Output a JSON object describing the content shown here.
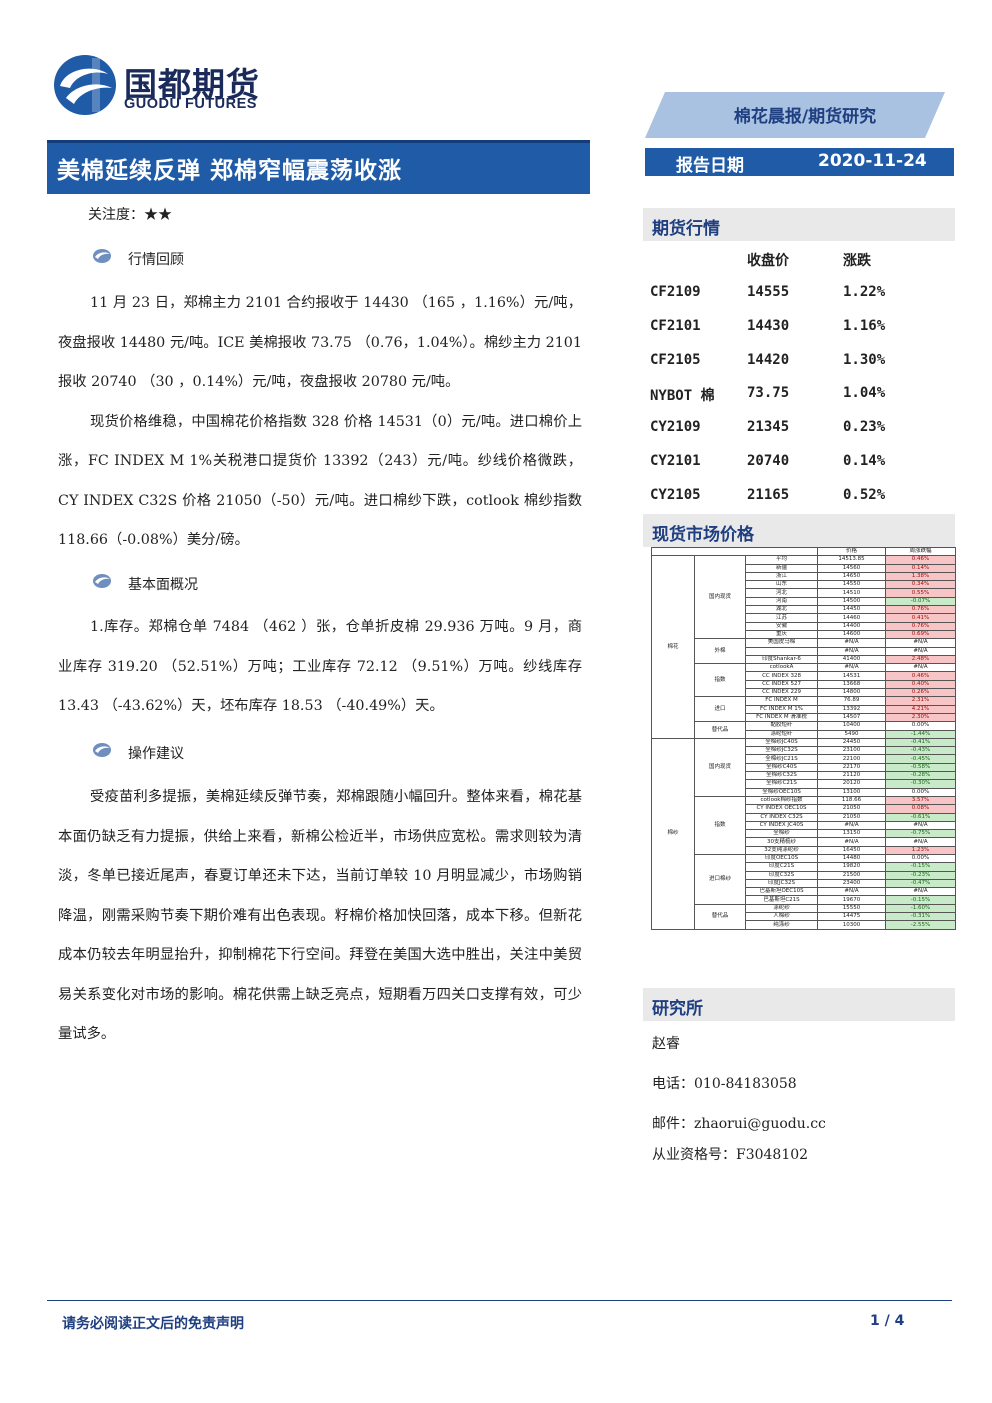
{
  "brand": {
    "name_cn": "国都期货",
    "name_en": "GUODU FUTURES"
  },
  "header": {
    "report_type": "棉花晨报/期货研究",
    "date_label": "报告日期",
    "date_value": "2020-11-24"
  },
  "title": "美棉延续反弹 郑棉窄幅震荡收涨",
  "attention": "关注度：★★",
  "sections": {
    "review": {
      "heading": "行情回顾",
      "paragraphs": [
        "11 月 23 日，郑棉主力 2101 合约报收于 14430 （165 ，1.16%）元/吨，夜盘报收 14480 元/吨。ICE 美棉报收 73.75 （0.76，1.04%）。棉纱主力 2101 报收 20740 （30 ，0.14%）元/吨，夜盘报收 20780 元/吨。",
        "现货价格维稳，中国棉花价格指数 328 价格 14531（0）元/吨。进口棉价上涨，FC INDEX M 1%关税港口提货价 13392（243）元/吨。纱线价格微跌，CY INDEX C32S 价格 21050（-50）元/吨。进口棉纱下跌，cotlook 棉纱指数 118.66（-0.08%）美分/磅。"
      ]
    },
    "fundamentals": {
      "heading": "基本面概况",
      "paragraphs": [
        "1.库存。郑棉仓单 7484 （462 ）张，仓单折皮棉 29.936 万吨。9 月，商业库存 319.20 （52.51%）万吨；工业库存 72.12 （9.51%）万吨。纱线库存 13.43 （-43.62%）天，坯布库存 18.53 （-40.49%）天。"
      ]
    },
    "advice": {
      "heading": "操作建议",
      "paragraphs": [
        "受疫苗利多提振，美棉延续反弹节奏，郑棉跟随小幅回升。整体来看，棉花基本面仍缺乏有力提振，供给上来看，新棉公检近半，市场供应宽松。需求则较为清淡，冬单已接近尾声，春夏订单还未下达，当前订单较 10 月明显减少，市场购销降温，刚需采购节奏下期价难有出色表现。籽棉价格加快回落，成本下移。但新花成本仍较去年明显抬升，抑制棉花下行空间。拜登在美国大选中胜出，关注中美贸易关系变化对市场的影响。棉花供需上缺乏亮点，短期看万四关口支撑有效，可少量试多。"
      ]
    }
  },
  "futures": {
    "heading": "期货行情",
    "columns": [
      "收盘价",
      "涨跌"
    ],
    "rows": [
      {
        "code": "CF2109",
        "close": "14555",
        "change": "1.22%"
      },
      {
        "code": "CF2101",
        "close": "14430",
        "change": "1.16%"
      },
      {
        "code": "CF2105",
        "close": "14420",
        "change": "1.30%"
      },
      {
        "code": "NYBOT 棉",
        "close": "73.75",
        "change": "1.04%"
      },
      {
        "code": "CY2109",
        "close": "21345",
        "change": "0.23%"
      },
      {
        "code": "CY2101",
        "close": "20740",
        "change": "0.14%"
      },
      {
        "code": "CY2105",
        "close": "21165",
        "change": "0.52%"
      }
    ]
  },
  "spot": {
    "heading": "现货市场价格",
    "columns": [
      "价格",
      "周涨跌幅"
    ],
    "cotton_label": "棉花",
    "yarn_label": "棉纱",
    "cotton_groups": [
      {
        "label": "国内现货",
        "rows": [
          {
            "name": "平均",
            "price": "14513.85",
            "chg": "0.46%",
            "dir": "pos"
          },
          {
            "name": "新疆",
            "price": "14560",
            "chg": "0.14%",
            "dir": "pos"
          },
          {
            "name": "浙江",
            "price": "14650",
            "chg": "1.38%",
            "dir": "pos"
          },
          {
            "name": "山东",
            "price": "14550",
            "chg": "0.34%",
            "dir": "pos"
          },
          {
            "name": "河北",
            "price": "14510",
            "chg": "0.55%",
            "dir": "pos"
          },
          {
            "name": "河南",
            "price": "14500",
            "chg": "-0.07%",
            "dir": "neg"
          },
          {
            "name": "湖北",
            "price": "14450",
            "chg": "0.76%",
            "dir": "pos"
          },
          {
            "name": "江苏",
            "price": "14460",
            "chg": "0.41%",
            "dir": "pos"
          },
          {
            "name": "安徽",
            "price": "14400",
            "chg": "0.76%",
            "dir": "pos"
          },
          {
            "name": "重庆",
            "price": "14600",
            "chg": "0.69%",
            "dir": "pos"
          }
        ]
      },
      {
        "label": "外棉",
        "rows": [
          {
            "name": "美国皮马棉",
            "price": "#N/A",
            "chg": "#N/A",
            "dir": ""
          },
          {
            "name": "",
            "price": "#N/A",
            "chg": "#N/A",
            "dir": ""
          },
          {
            "name": "印度Shankar-6",
            "price": "41400",
            "chg": "2.48%",
            "dir": "pos"
          }
        ]
      },
      {
        "label": "指数",
        "rows": [
          {
            "name": "cotlookA",
            "price": "#N/A",
            "chg": "#N/A",
            "dir": ""
          },
          {
            "name": "CC INDEX 328",
            "price": "14531",
            "chg": "0.46%",
            "dir": "pos"
          },
          {
            "name": "CC INDEX 527",
            "price": "13668",
            "chg": "0.40%",
            "dir": "pos"
          },
          {
            "name": "CC INDEX 229",
            "price": "14800",
            "chg": "0.26%",
            "dir": "pos"
          }
        ]
      },
      {
        "label": "进口",
        "rows": [
          {
            "name": "FC INDEX M",
            "price": "76.89",
            "chg": "2.31%",
            "dir": "pos"
          },
          {
            "name": "FC INDEX M 1%",
            "price": "13392",
            "chg": "4.21%",
            "dir": "pos"
          },
          {
            "name": "FC INDEX M 滑准税",
            "price": "14507",
            "chg": "2.30%",
            "dir": "pos"
          }
        ]
      },
      {
        "label": "替代品",
        "rows": [
          {
            "name": "黏胶短纤",
            "price": "10400",
            "chg": "0.00%",
            "dir": ""
          },
          {
            "name": "涤纶短纤",
            "price": "5490",
            "chg": "-1.44%",
            "dir": "neg"
          }
        ]
      }
    ],
    "yarn_groups": [
      {
        "label": "国内现货",
        "rows": [
          {
            "name": "全棉纱JC40S",
            "price": "24450",
            "chg": "-0.41%",
            "dir": "neg"
          },
          {
            "name": "全棉纱JC32S",
            "price": "23100",
            "chg": "-0.43%",
            "dir": "neg"
          },
          {
            "name": "全棉纱JC21S",
            "price": "22100",
            "chg": "-0.45%",
            "dir": "neg"
          },
          {
            "name": "全棉纱C40S",
            "price": "22170",
            "chg": "-0.58%",
            "dir": "neg"
          },
          {
            "name": "全棉纱C32S",
            "price": "21120",
            "chg": "-0.28%",
            "dir": "neg"
          },
          {
            "name": "全棉纱C21S",
            "price": "20120",
            "chg": "-0.30%",
            "dir": "neg"
          },
          {
            "name": "全棉纱OEC10S",
            "price": "13100",
            "chg": "0.00%",
            "dir": ""
          }
        ]
      },
      {
        "label": "指数",
        "rows": [
          {
            "name": "cotlook棉纱指数",
            "price": "118.66",
            "chg": "3.57%",
            "dir": "pos"
          },
          {
            "name": "CY INDEX OEC10S",
            "price": "21050",
            "chg": "0.08%",
            "dir": "pos"
          },
          {
            "name": "CY INDEX C32S",
            "price": "21050",
            "chg": "-0.61%",
            "dir": "neg"
          },
          {
            "name": "CY INDEX JC40S",
            "price": "#N/A",
            "chg": "#N/A",
            "dir": ""
          },
          {
            "name": "全棉纱",
            "price": "13150",
            "chg": "-0.75%",
            "dir": "neg"
          },
          {
            "name": "30支精梳纱",
            "price": "#N/A",
            "chg": "#N/A",
            "dir": ""
          },
          {
            "name": "32支纯涤纶纱",
            "price": "16450",
            "chg": "1.23%",
            "dir": "pos"
          }
        ]
      },
      {
        "label": "进口棉纱",
        "rows": [
          {
            "name": "印度OEC10S",
            "price": "14480",
            "chg": "0.00%",
            "dir": ""
          },
          {
            "name": "印度C21S",
            "price": "19820",
            "chg": "-0.15%",
            "dir": "neg"
          },
          {
            "name": "印度C32S",
            "price": "21500",
            "chg": "-0.23%",
            "dir": "neg"
          },
          {
            "name": "印度JC32S",
            "price": "23400",
            "chg": "-0.47%",
            "dir": "neg"
          },
          {
            "name": "巴基斯坦OEC10S",
            "price": "#N/A",
            "chg": "#N/A",
            "dir": ""
          },
          {
            "name": "巴基斯坦C21S",
            "price": "19670",
            "chg": "-0.15%",
            "dir": "neg"
          }
        ]
      },
      {
        "label": "替代品",
        "rows": [
          {
            "name": "涤纶纱",
            "price": "15550",
            "chg": "-1.60%",
            "dir": "neg"
          },
          {
            "name": "人棉纱",
            "price": "14475",
            "chg": "-0.31%",
            "dir": "neg"
          },
          {
            "name": "纯涤纱",
            "price": "10300",
            "chg": "-2.55%",
            "dir": "neg"
          }
        ]
      }
    ]
  },
  "institute": {
    "heading": "研究所",
    "analyst": "赵睿",
    "phone": "电话：010-84183058",
    "email": "邮件：zhaorui@guodu.cc",
    "license": "从业资格号：F3048102"
  },
  "footer": {
    "disclaimer": "请务必阅读正文后的免责声明",
    "page": "1 / 4"
  },
  "colors": {
    "brand_blue": "#1f5ba6",
    "dark_blue": "#1f3f80"
  }
}
